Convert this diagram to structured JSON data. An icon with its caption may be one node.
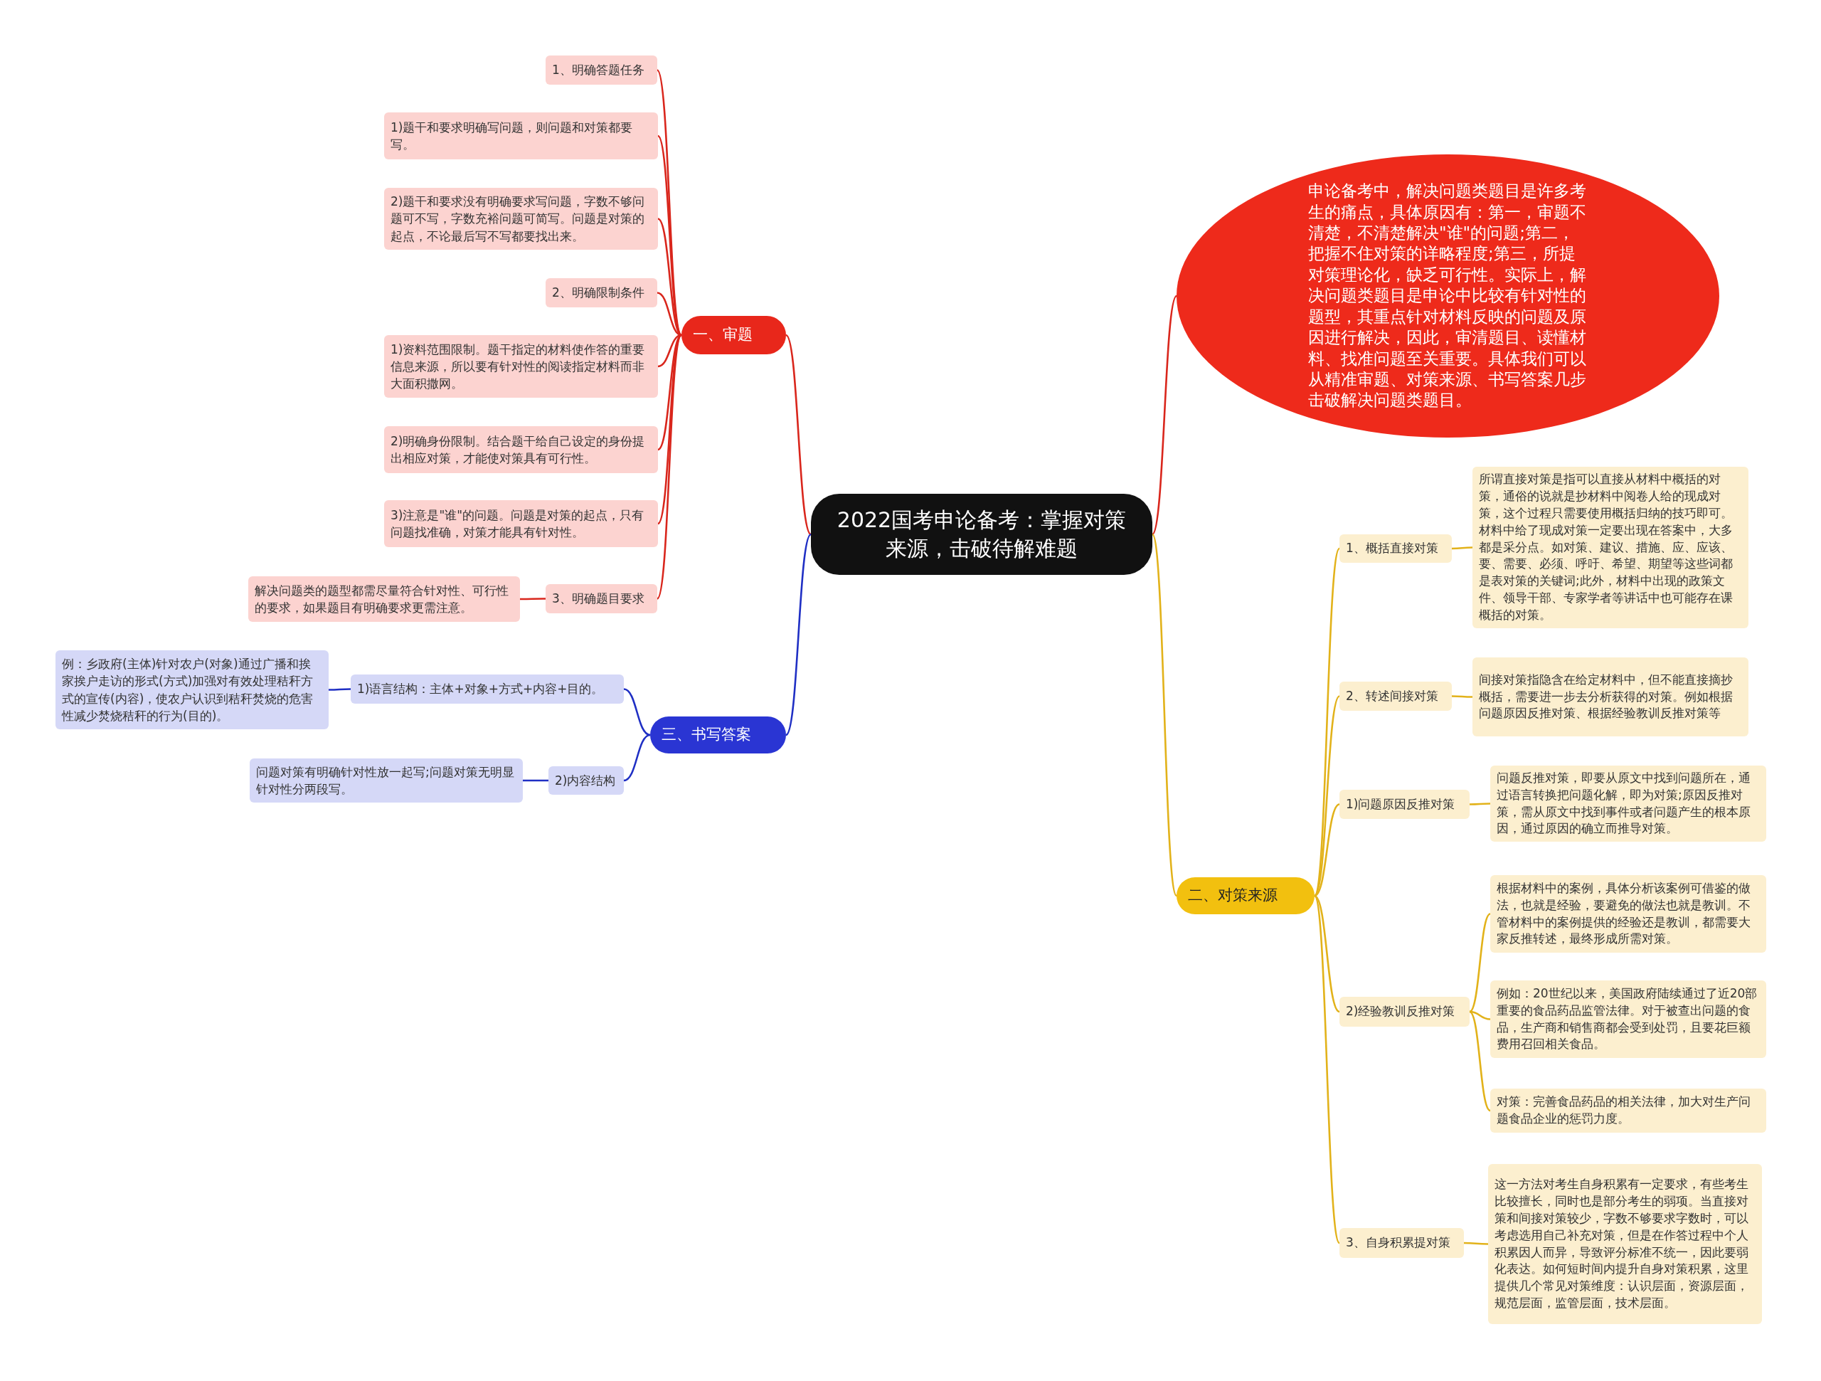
{
  "diagram": {
    "nodes": [
      {
        "text": [
          "2022国考申论备考：掌握对策来源，击破待解难题"
        ]
      },
      {
        "text": [
          "一、审题"
        ]
      },
      {
        "text": [
          "1、明确答题任务"
        ]
      },
      {
        "text": [
          "1)题干和要求明确写问题，则问题和对策都要写。"
        ]
      },
      {
        "text": [
          "2)题干和要求没有明确要求写问题，字数不够问题可不写，字数充裕问题可简写。问题是对策的起点，不论最后写不写都要找出来。"
        ]
      },
      {
        "text": [
          "2、明确限制条件"
        ]
      },
      {
        "text": [
          "1)资料范围限制。题干指定的材料使作答的重要信息来源，所以要有针对性的阅读指定材料而非大面积撒网。"
        ]
      },
      {
        "text": [
          "2)明确身份限制。结合题干给自己设定的身份提出相应对策，才能使对策具有可行性。"
        ]
      },
      {
        "text": [
          "3)注意是\"谁\"的问题。问题是对策的起点，只有问题找准确，对策才能具有针对性。"
        ]
      },
      {
        "text": [
          "3、明确题目要求"
        ]
      },
      {
        "text": [
          "解决问题类的题型都需尽量符合针对性、可行性的要求，如果题目有明确要求更需注意。"
        ]
      },
      {
        "text": [
          "三、书写答案"
        ]
      },
      {
        "text": [
          "1)语言结构：主体+对象+方式+内容+目的。"
        ]
      },
      {
        "text": [
          "例：乡政府(主体)针对农户(对象)通过广播和挨家挨户走访的形式(方式)加强对有效处理秸秆方式的宣传(内容)，使农户认识到秸秆焚烧的危害性减少焚烧秸秆的行为(目的)。"
        ]
      },
      {
        "text": [
          "2)内容结构"
        ]
      },
      {
        "text": [
          "问题对策有明确针对性放一起写;问题对策无明显针对性分两段写。"
        ]
      },
      {
        "text": [
          "申论备考中，解决问题类题目是许多考生的痛点，具体原因有：第一，审题不清楚，不清楚解决\"谁\"的问题;第二，把握不住对策的详略程度;第三，所提对策理论化，缺乏可行性。实际上，解决问题类题目是申论中比较有针对性的题型，其重点针对材料反映的问题及原因进行解决，因此，审清题目、读懂材料、找准问题至关重要。具体我们可以从精准审题、对策来源、书写答案几步击破解决问题类题目。"
        ]
      },
      {
        "text": [
          "二、对策来源"
        ]
      },
      {
        "text": [
          "1、概括直接对策"
        ]
      },
      {
        "text": [
          "所谓直接对策是指可以直接从材料中概括的对策，通俗的说就是抄材料中阅卷人给的现成对策，这个过程只需要使用概括归纳的技巧即可。材料中给了现成对策一定要出现在答案中，大多都是采分点。如对策、建议、措施、应、应该、要、需要、必须、呼吁、希望、期望等这些词都是表对策的关键词;此外，材料中出现的政策文件、领导干部、专家学者等讲话中也可能存在课概括的对策。"
        ]
      },
      {
        "text": [
          "2、转述间接对策"
        ]
      },
      {
        "text": [
          "间接对策指隐含在给定材料中，但不能直接摘抄概括，需要进一步去分析获得的对策。例如根据问题原因反推对策、根据经验教训反推对策等"
        ]
      },
      {
        "text": [
          "1)问题原因反推对策"
        ]
      },
      {
        "text": [
          "问题反推对策，即要从原文中找到问题所在，通过语言转换把问题化解，即为对策;原因反推对策，需从原文中找到事件或者问题产生的根本原因，通过原因的确立而推导对策。"
        ]
      },
      {
        "text": [
          "2)经验教训反推对策"
        ]
      },
      {
        "text": [
          "根据材料中的案例，具体分析该案例可借鉴的做法，也就是经验，要避免的做法也就是教训。不管材料中的案例提供的经验还是教训，都需要大家反推转述，最终形成所需对策。"
        ]
      },
      {
        "text": [
          "例如：20世纪以来，美国政府陆续通过了近20部重要的食品药品监管法律。对于被查出问题的食品，生产商和销售商都会受到处罚，且要花巨额费用召回相关食品。"
        ]
      },
      {
        "text": [
          "对策：完善食品药品的相关法律，加大对生产问题食品企业的惩罚力度。"
        ]
      },
      {
        "text": [
          "3、自身积累提对策"
        ]
      },
      {
        "text": [
          "这一方法对考生自身积累有一定要求，有些考生比较擅长，同时也是部分考生的弱项。当直接对策和间接对策较少，字数不够要求字数时，可以考虑选用自己补充对策，但是在作答过程中个人积累因人而异，导致评分标准不统一，因此要弱化表达。如何短时间内提升自身对策积累，这里提供几个常见对策维度：认识层面，资源层面，规范层面，监管层面，技术层面。"
        ]
      }
    ],
    "edges": [
      {
        "from": 0,
        "to": 1,
        "arrow": "none",
        "color": "#d9261c"
      },
      {
        "from": 1,
        "to": 2,
        "arrow": "none",
        "color": "#d9261c"
      },
      {
        "from": 1,
        "to": 3,
        "arrow": "none",
        "color": "#d9261c"
      },
      {
        "from": 1,
        "to": 4,
        "arrow": "none",
        "color": "#d9261c"
      },
      {
        "from": 1,
        "to": 5,
        "arrow": "none",
        "color": "#d9261c"
      },
      {
        "from": 1,
        "to": 6,
        "arrow": "none",
        "color": "#d9261c"
      },
      {
        "from": 1,
        "to": 7,
        "arrow": "none",
        "color": "#d9261c"
      },
      {
        "from": 1,
        "to": 8,
        "arrow": "none",
        "color": "#d9261c"
      },
      {
        "from": 1,
        "to": 9,
        "arrow": "none",
        "color": "#d9261c"
      },
      {
        "from": 9,
        "to": 10,
        "arrow": "none",
        "color": "#d9261c"
      },
      {
        "from": 0,
        "to": 11,
        "arrow": "none",
        "color": "#1f2fc4"
      },
      {
        "from": 11,
        "to": 12,
        "arrow": "none",
        "color": "#1f2fc4"
      },
      {
        "from": 12,
        "to": 13,
        "arrow": "none",
        "color": "#1f2fc4"
      },
      {
        "from": 11,
        "to": 14,
        "arrow": "none",
        "color": "#1f2fc4"
      },
      {
        "from": 14,
        "to": 15,
        "arrow": "none",
        "color": "#1f2fc4"
      },
      {
        "from": 0,
        "to": 16,
        "arrow": "none",
        "color": "#d9261c"
      },
      {
        "from": 0,
        "to": 17,
        "arrow": "none"
      },
      {
        "from": 17,
        "to": 18,
        "arrow": "none"
      },
      {
        "from": 18,
        "to": 19,
        "arrow": "none"
      },
      {
        "from": 17,
        "to": 20,
        "arrow": "none"
      },
      {
        "from": 20,
        "to": 21,
        "arrow": "none"
      },
      {
        "from": 17,
        "to": 22,
        "arrow": "none"
      },
      {
        "from": 22,
        "to": 23,
        "arrow": "none"
      },
      {
        "from": 17,
        "to": 24,
        "arrow": "none"
      },
      {
        "from": 24,
        "to": 25,
        "arrow": "none"
      },
      {
        "from": 24,
        "to": 26,
        "arrow": "none"
      },
      {
        "from": 24,
        "to": 27,
        "arrow": "none"
      },
      {
        "from": 17,
        "to": 28,
        "arrow": "none"
      },
      {
        "from": 28,
        "to": 29,
        "arrow": "none"
      }
    ]
  }
}
